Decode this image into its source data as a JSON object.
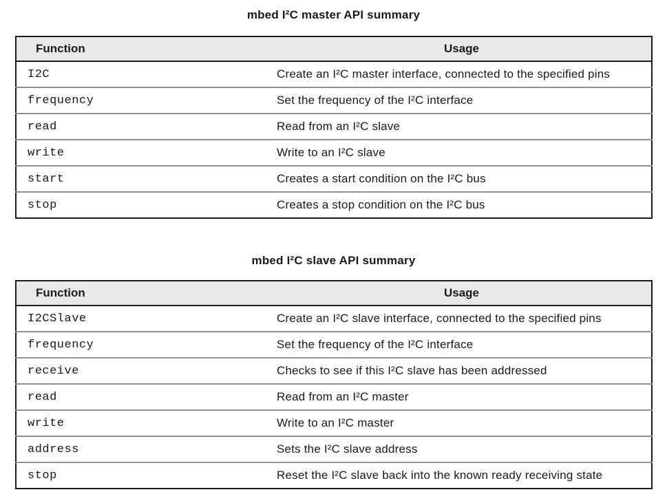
{
  "colors": {
    "page_background": "#ffffff",
    "table_border": "#1b1b1b",
    "header_background": "#e9e9e9",
    "row_separator": "#8f8f8f",
    "text": "#1a1a1a"
  },
  "tables": [
    {
      "title": "mbed I²C master API summary",
      "columns": [
        "Function",
        "Usage"
      ],
      "rows": [
        {
          "function": "I2C",
          "usage": "Create an I²C master interface, connected to the specified pins"
        },
        {
          "function": "frequency",
          "usage": "Set the frequency of the I²C interface"
        },
        {
          "function": "read",
          "usage": "Read from an I²C slave"
        },
        {
          "function": "write",
          "usage": "Write to an I²C slave"
        },
        {
          "function": "start",
          "usage": "Creates a start condition on the I²C bus"
        },
        {
          "function": "stop",
          "usage": "Creates a stop condition on the I²C bus"
        }
      ]
    },
    {
      "title": "mbed I²C slave API summary",
      "columns": [
        "Function",
        "Usage"
      ],
      "rows": [
        {
          "function": "I2CSlave",
          "usage": "Create an I²C slave interface, connected to the specified pins"
        },
        {
          "function": "frequency",
          "usage": "Set the frequency of the I²C interface"
        },
        {
          "function": "receive",
          "usage": "Checks to see if this I²C slave has been addressed"
        },
        {
          "function": "read",
          "usage": "Read from an I²C master"
        },
        {
          "function": "write",
          "usage": "Write to an I²C master"
        },
        {
          "function": "address",
          "usage": "Sets the I²C slave address"
        },
        {
          "function": "stop",
          "usage": "Reset the I²C slave back into the known ready receiving state"
        }
      ]
    }
  ]
}
